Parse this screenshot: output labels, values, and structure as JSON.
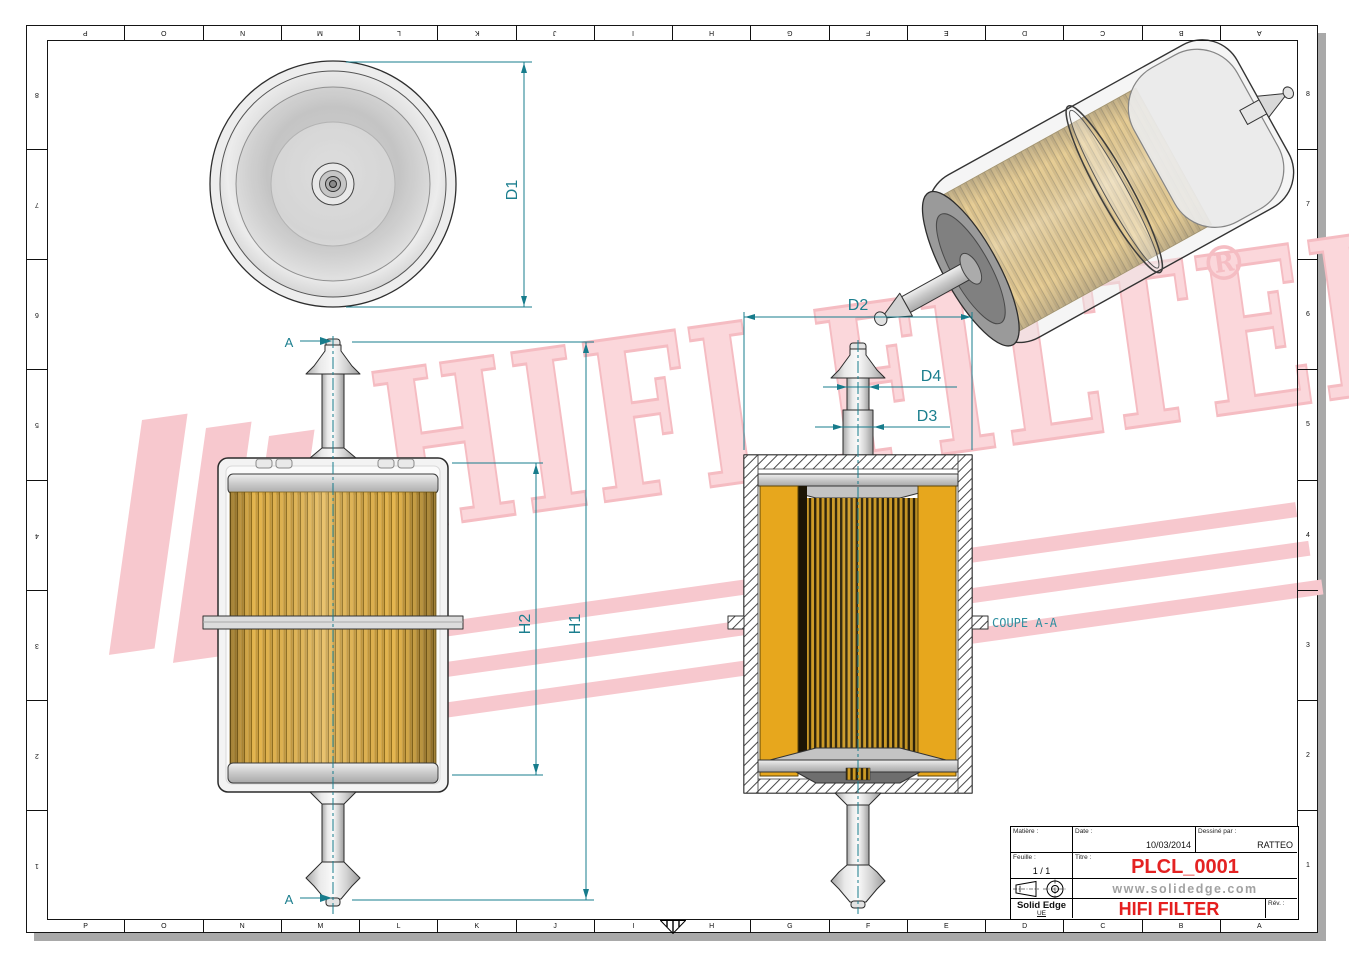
{
  "meta": {
    "drawing_type": "technical drawing - fuel filter",
    "accent_color": "#177c8c",
    "media_yellow": "#e2ae3c",
    "watermark_pink": "#f7c8ce",
    "title_red": "#e42222"
  },
  "border": {
    "top_letters": [
      "P",
      "O",
      "N",
      "M",
      "L",
      "K",
      "J",
      "I",
      "H",
      "G",
      "F",
      "E",
      "D",
      "C",
      "B",
      "A"
    ],
    "bottom_letters": [
      "P",
      "O",
      "N",
      "M",
      "L",
      "K",
      "J",
      "I",
      "H",
      "G",
      "F",
      "E",
      "D",
      "C",
      "B",
      "A"
    ],
    "left_numbers": [
      "8",
      "7",
      "6",
      "5",
      "4",
      "3",
      "2",
      "1"
    ],
    "right_numbers": [
      "8",
      "7",
      "6",
      "5",
      "4",
      "3",
      "2",
      "1"
    ]
  },
  "dimensions": {
    "d1": "D1",
    "d2": "D2",
    "d3": "D3",
    "d4": "D4",
    "h1": "H1",
    "h2": "H2",
    "cut_marker": "A",
    "section_label": "COUPE A-A"
  },
  "watermark": {
    "text": "HIFI FILTER",
    "registered": "®"
  },
  "title_block": {
    "matiere_label": "Matière :",
    "date_label": "Date :",
    "date_value": "10/03/2014",
    "drawn_label": "Dessiné par :",
    "drawn_value": "RATTEO",
    "sheet_label": "Feuille :",
    "sheet_value": "1 / 1",
    "title_label": "Titre :",
    "title_value": "PLCL_0001",
    "website": "www.solidedge.com",
    "app_name": "Solid Edge",
    "app_edition": "UE",
    "brand": "HIFI FILTER",
    "rev_label": "Rév. :"
  }
}
